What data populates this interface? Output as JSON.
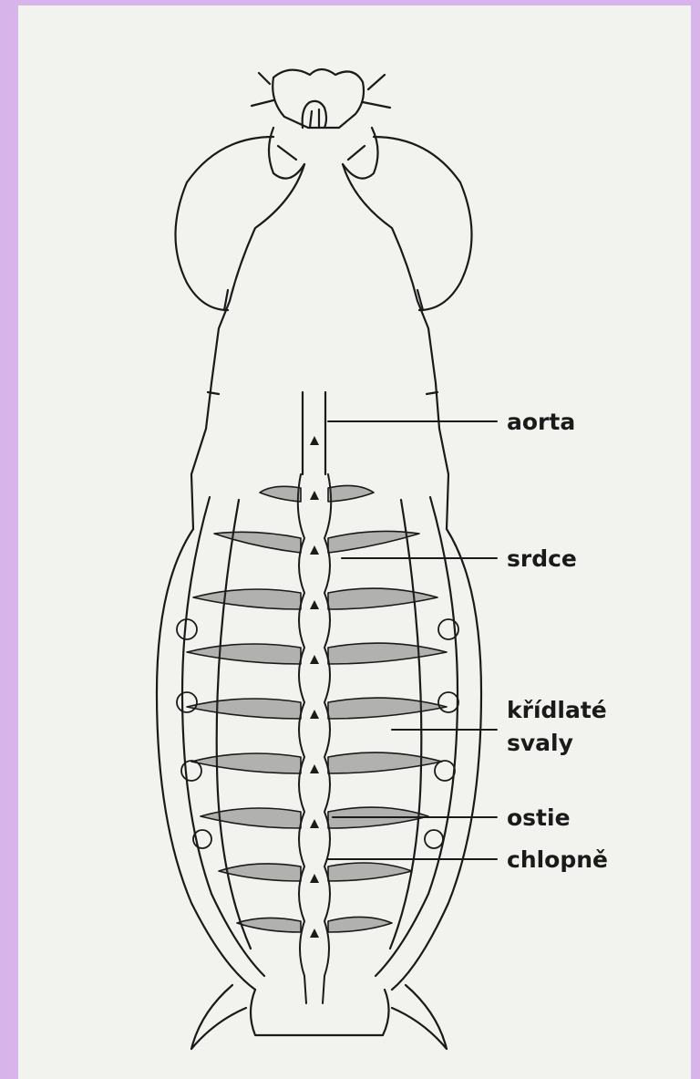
{
  "labels": {
    "aorta": "aorta",
    "srdce": "srdce",
    "kridlate": "křídlaté",
    "svaly": "svaly",
    "ostie": "ostie",
    "chlopne": "chlopně"
  },
  "colors": {
    "background": "#d7b5ea",
    "paper": "#f2f2ef",
    "ink": "#1a1a1a"
  }
}
